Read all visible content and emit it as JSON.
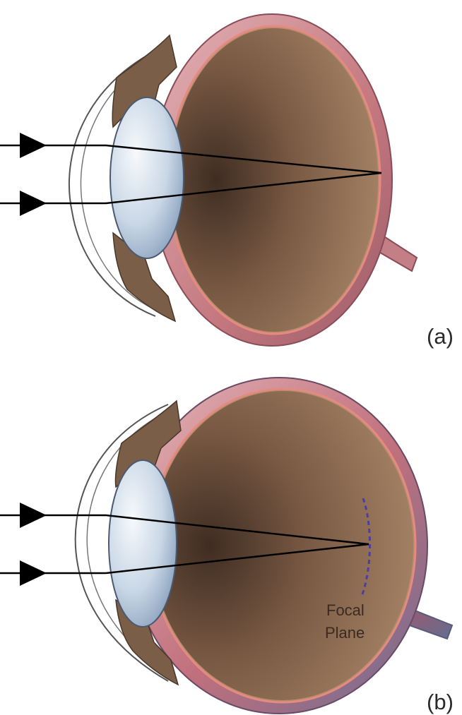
{
  "panels": [
    {
      "label": "(a)",
      "caption_lines": []
    },
    {
      "label": "(b)",
      "caption_lines": [
        "Focal",
        "Plane"
      ]
    }
  ],
  "colors": {
    "sclera": "#c98d91",
    "sclera_dark": "#7e4c58",
    "retina_line": "#e58a7e",
    "vitreous_light": "#a58264",
    "vitreous_dark": "#4a3628",
    "lens_light": "#eef3f8",
    "lens_dark": "#8ea6c0",
    "iris": "#7b5e48",
    "ray": "#000000",
    "focal_plane": "#4a3fa0",
    "optic_nerve": "#c47f86",
    "optic_nerve_b": "#7a7f9a"
  }
}
